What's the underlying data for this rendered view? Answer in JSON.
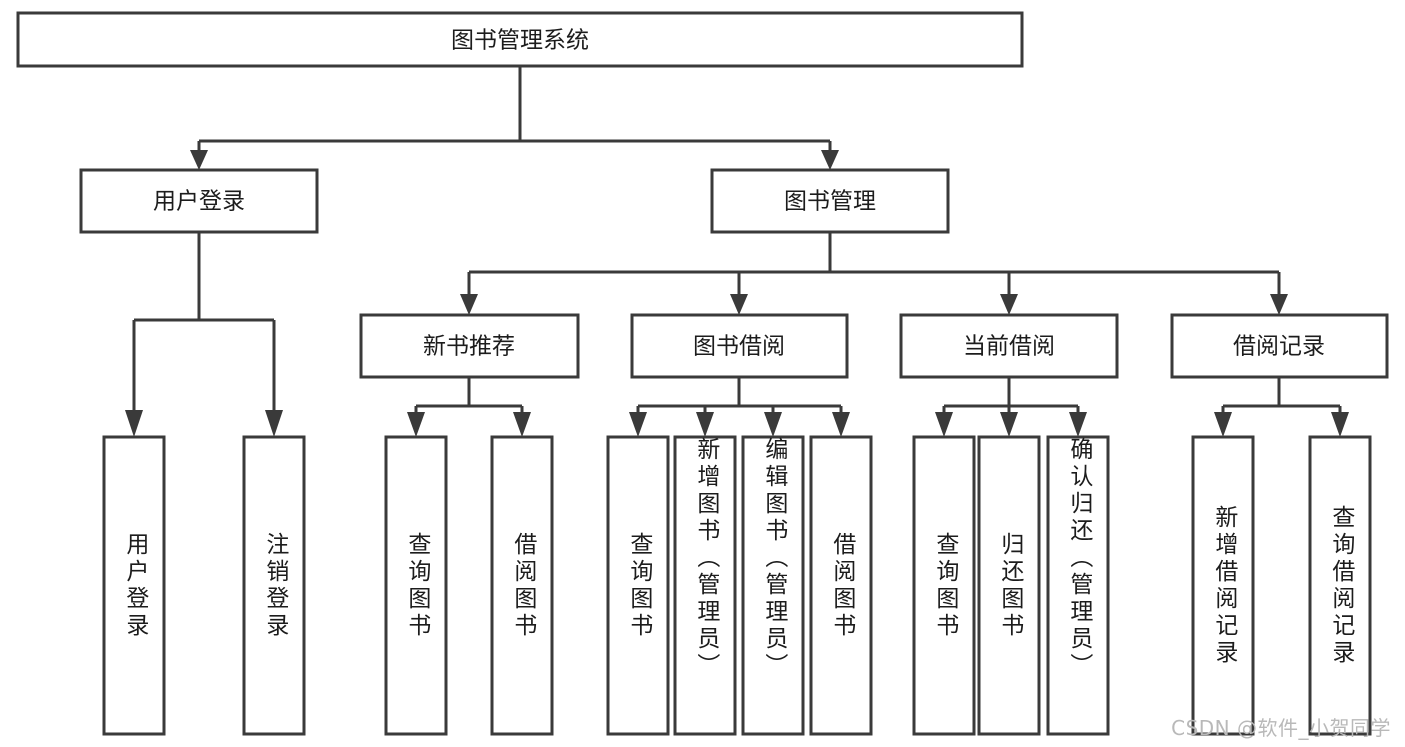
{
  "diagram": {
    "title": "图书管理系统",
    "type": "hierarchy-tree",
    "orientation": "top-down",
    "watermark": "CSDN @软件_小贺同学",
    "colors": {
      "box_fill": "#ffffff",
      "box_stroke": "#3a3a3a",
      "connector": "#3a3a3a",
      "text": "#1c1c1c",
      "watermark": "#b9b9b9",
      "background": "#ffffff"
    }
  },
  "root": {
    "label": "图书管理系统"
  },
  "level2": [
    {
      "label": "用户登录"
    },
    {
      "label": "图书管理"
    }
  ],
  "level3": [
    {
      "label": "新书推荐"
    },
    {
      "label": "图书借阅"
    },
    {
      "label": "当前借阅"
    },
    {
      "label": "借阅记录"
    }
  ],
  "leaves": {
    "user_login": [
      {
        "label": "用户登录"
      },
      {
        "label": "注销登录"
      }
    ],
    "new_book_recommend": [
      {
        "label": "查询图书"
      },
      {
        "label": "借阅图书"
      }
    ],
    "book_borrow": [
      {
        "label": "查询图书"
      },
      {
        "label": "新增图书（管理员）"
      },
      {
        "label": "编辑图书（管理员）"
      },
      {
        "label": "借阅图书"
      }
    ],
    "current_borrow": [
      {
        "label": "查询图书"
      },
      {
        "label": "归还图书"
      },
      {
        "label": "确认归还（管理员）"
      }
    ],
    "borrow_record": [
      {
        "label": "新增借阅记录"
      },
      {
        "label": "查询借阅记录"
      }
    ]
  }
}
